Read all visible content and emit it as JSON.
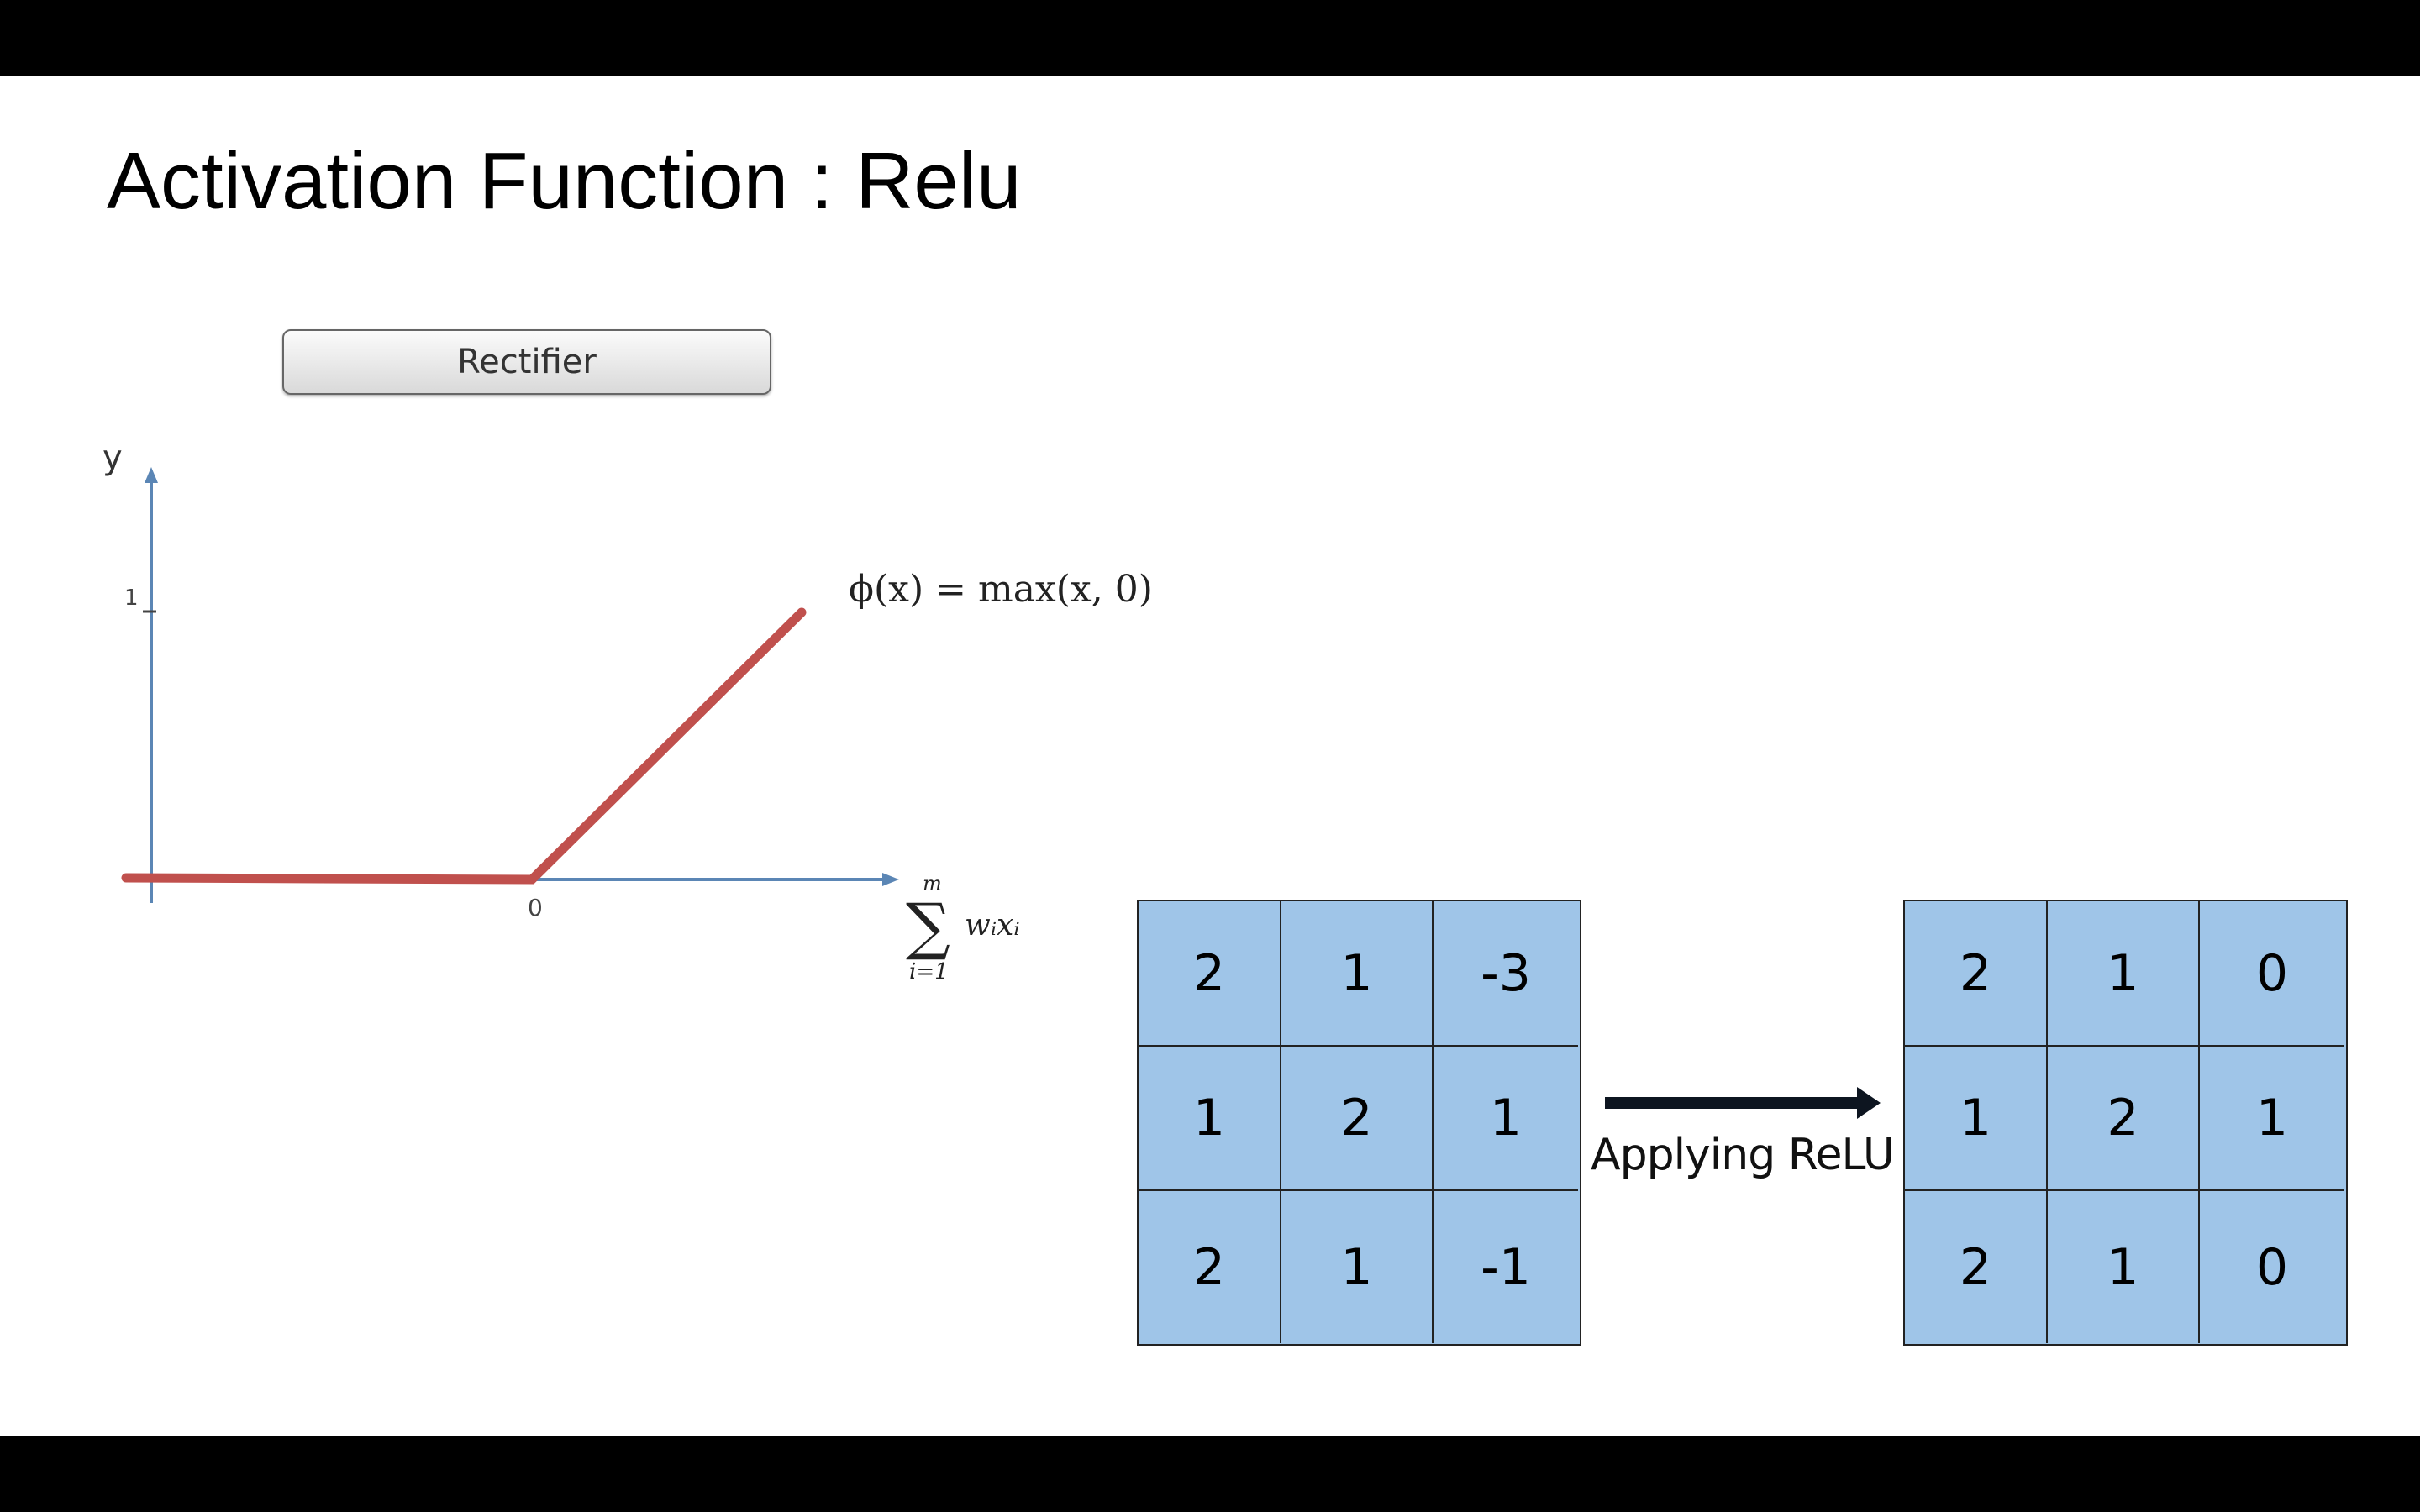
{
  "slide": {
    "title": "Activation Function : Relu"
  },
  "graph": {
    "button_label": "Rectifier",
    "y_axis_label": "y",
    "y_tick_label": "1",
    "x_tick_label": "0",
    "formula": "ϕ(x) = max(x, 0)",
    "x_axis_label": {
      "sum_top": "m",
      "sum_symbol": "∑",
      "sum_bottom": "i=1",
      "term": "wᵢxᵢ"
    },
    "colors": {
      "axis": "#5b86b5",
      "curve": "#c0504d"
    }
  },
  "matrices": {
    "input": [
      [
        "2",
        "1",
        "-3"
      ],
      [
        "1",
        "2",
        "1"
      ],
      [
        "2",
        "1",
        "-1"
      ]
    ],
    "output": [
      [
        "2",
        "1",
        "0"
      ],
      [
        "1",
        "2",
        "1"
      ],
      [
        "2",
        "1",
        "0"
      ]
    ],
    "arrow_label": "Applying ReLU",
    "cell_color": "#9fc5e8"
  }
}
